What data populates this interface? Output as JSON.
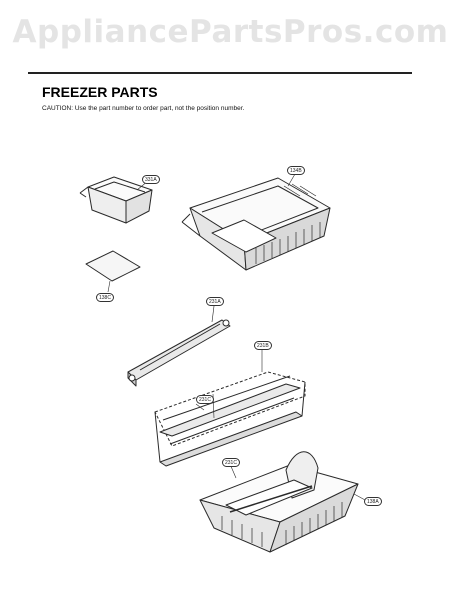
{
  "watermark": "AppliancePartsPros.com",
  "header": {
    "title": "FREEZER PARTS",
    "caution": "CAUTION: Use the part number to order part, not the position number."
  },
  "callouts": {
    "small_tray": "331A",
    "upper_basket": "134B",
    "cover_plate": "138C",
    "rail_a": "231A",
    "rail_b": "231B",
    "rail_c": "231C",
    "rail_d": "231C",
    "lower_basket": "138A"
  }
}
